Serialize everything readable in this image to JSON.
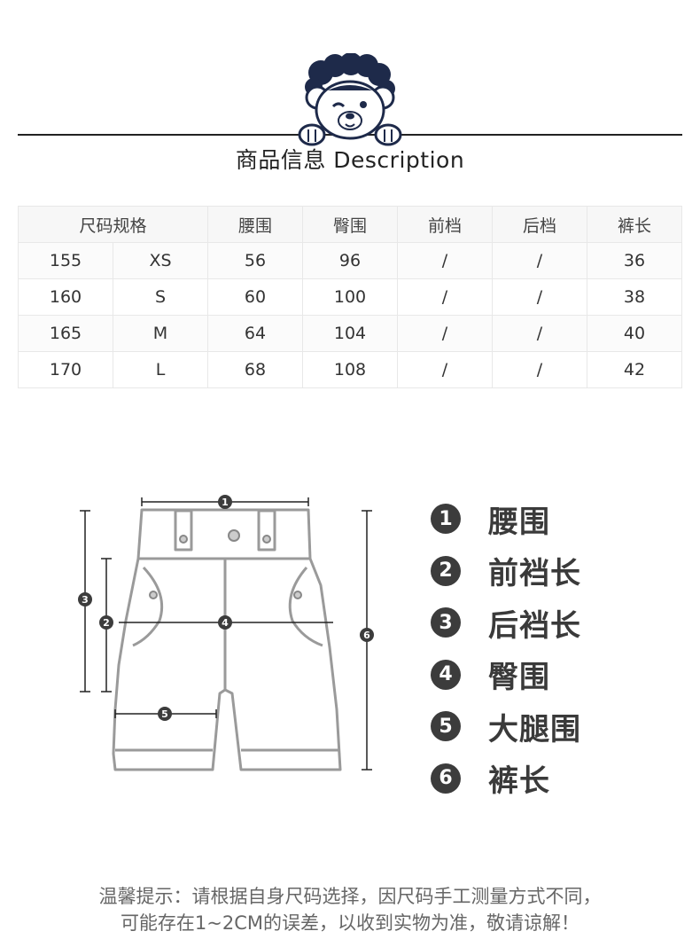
{
  "header": {
    "title": "商品信息 Description"
  },
  "table": {
    "headers": [
      "尺码规格",
      "腰围",
      "臀围",
      "前档",
      "后档",
      "裤长"
    ],
    "rows": [
      [
        "155",
        "XS",
        "56",
        "96",
        "/",
        "/",
        "36"
      ],
      [
        "160",
        "S",
        "60",
        "100",
        "/",
        "/",
        "38"
      ],
      [
        "165",
        "M",
        "64",
        "104",
        "/",
        "/",
        "40"
      ],
      [
        "170",
        "L",
        "68",
        "108",
        "/",
        "/",
        "42"
      ]
    ]
  },
  "legend": [
    {
      "num": "1",
      "label": "腰围"
    },
    {
      "num": "2",
      "label": "前裆长"
    },
    {
      "num": "3",
      "label": "后裆长"
    },
    {
      "num": "4",
      "label": "臀围"
    },
    {
      "num": "5",
      "label": "大腿围"
    },
    {
      "num": "6",
      "label": "裤长"
    }
  ],
  "notice": {
    "line1": "温馨提示：请根据自身尺码选择，因尺码手工测量方式不同，",
    "line2": "可能存在1~2CM的误差，以收到实物为准，敬请谅解！"
  },
  "colors": {
    "line": "#222222",
    "bear_navy": "#1e2a4a",
    "badge": "#3c3c3c",
    "pants_outline": "#9a9a9a"
  }
}
